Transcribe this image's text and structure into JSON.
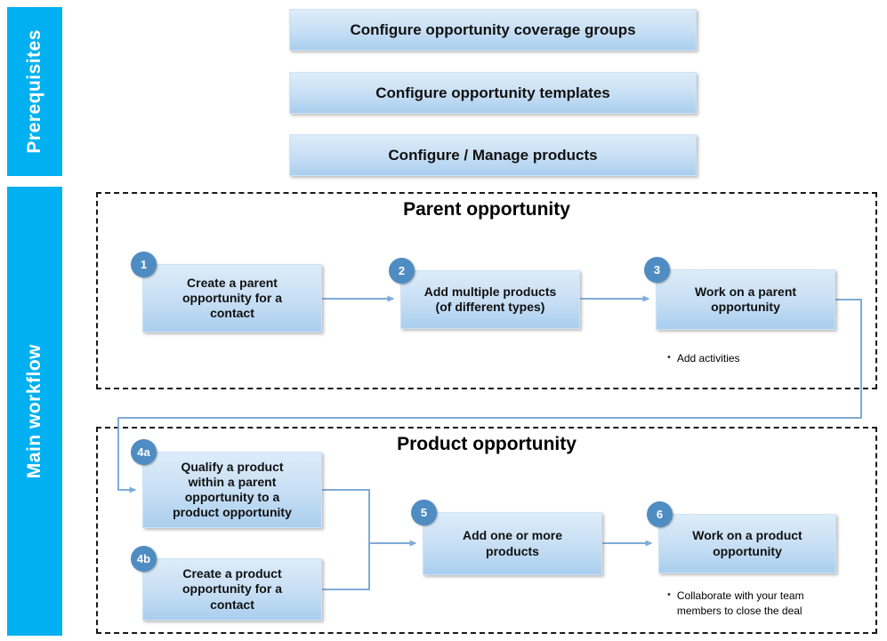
{
  "sidebar": {
    "prerequisites": "Prerequisites",
    "main_workflow": "Main workflow"
  },
  "prerequisites": {
    "items": [
      "Configure opportunity coverage groups",
      "Configure opportunity templates",
      "Configure / Manage products"
    ]
  },
  "parent_section": {
    "title": "Parent opportunity",
    "steps": [
      {
        "badge": "1",
        "label": "Create a parent opportunity for a contact"
      },
      {
        "badge": "2",
        "label": "Add multiple products (of different types)"
      },
      {
        "badge": "3",
        "label": "Work on a parent opportunity"
      }
    ],
    "note": {
      "bullet": "•",
      "text": "Add activities"
    }
  },
  "product_section": {
    "title": "Product opportunity",
    "steps": [
      {
        "badge": "4a",
        "label": "Qualify a product within a parent opportunity to a product opportunity"
      },
      {
        "badge": "4b",
        "label": "Create a product opportunity for a contact"
      },
      {
        "badge": "5",
        "label": "Add one or more products"
      },
      {
        "badge": "6",
        "label": "Work on a product opportunity"
      }
    ],
    "note": {
      "bullet": "•",
      "text": "Collaborate with your team members to close the deal"
    }
  },
  "colors": {
    "sidebar_blue": "#00B0F0",
    "badge_blue": "#4E8CC2",
    "box_gradient_top": "#DDECF9",
    "box_gradient_bottom": "#A9CEEE",
    "connector_blue": "#7FABD6"
  }
}
